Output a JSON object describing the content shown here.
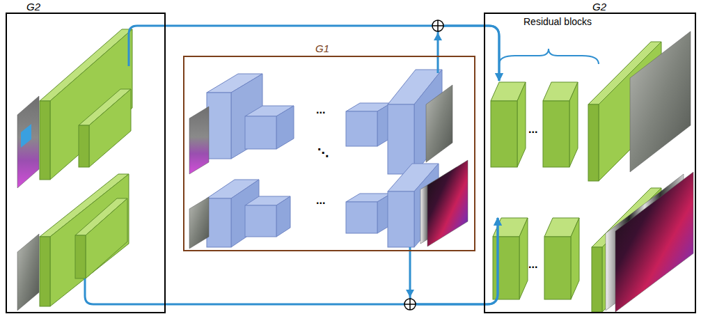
{
  "diagram": {
    "nodes": [
      {
        "text": [
          "G2"
        ]
      },
      {
        "text": [
          "G1"
        ]
      },
      {
        "text": [
          "G2"
        ]
      }
    ],
    "edges": [
      {
        "from": 0,
        "to": 2,
        "arrow": "to"
      },
      {
        "from": 0,
        "to": 2,
        "arrow": "to"
      },
      {
        "from": 1,
        "to": 2,
        "arrow": "to"
      },
      {
        "from": 1,
        "to": 2,
        "arrow": "to"
      }
    ],
    "labels": [
      "Residual blocks",
      "...",
      "...",
      "⋱",
      "...",
      "..."
    ]
  }
}
